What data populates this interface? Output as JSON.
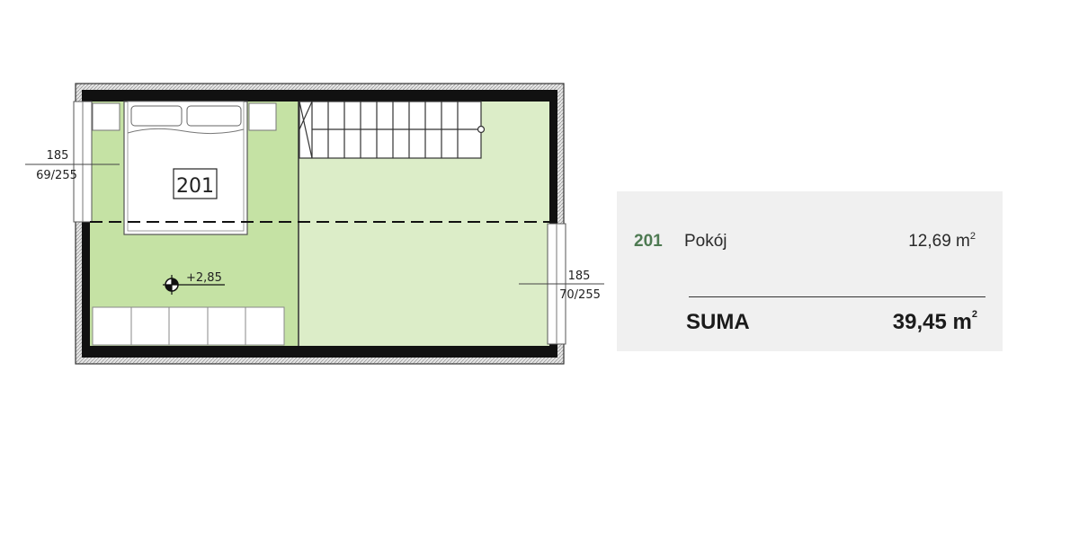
{
  "floorplan": {
    "room_tag": "201",
    "elevation": "+2,85",
    "window_left": {
      "line1": "185",
      "line2": "69/255"
    },
    "window_right": {
      "line1": "185",
      "line2": "70/255"
    },
    "colors": {
      "room_green": "#c5e2a4",
      "stair_green": "#dcedc8",
      "wall": "#111111",
      "wall_hatch": "#cfcfcf"
    }
  },
  "legend": {
    "rooms": [
      {
        "number": "201",
        "name": "Pokój",
        "area": "12,69 m",
        "area_sup": "2"
      }
    ],
    "total_label": "SUMA",
    "total_area": "39,45 m",
    "total_area_sup": "2",
    "accent_color": "#4e7a52"
  }
}
